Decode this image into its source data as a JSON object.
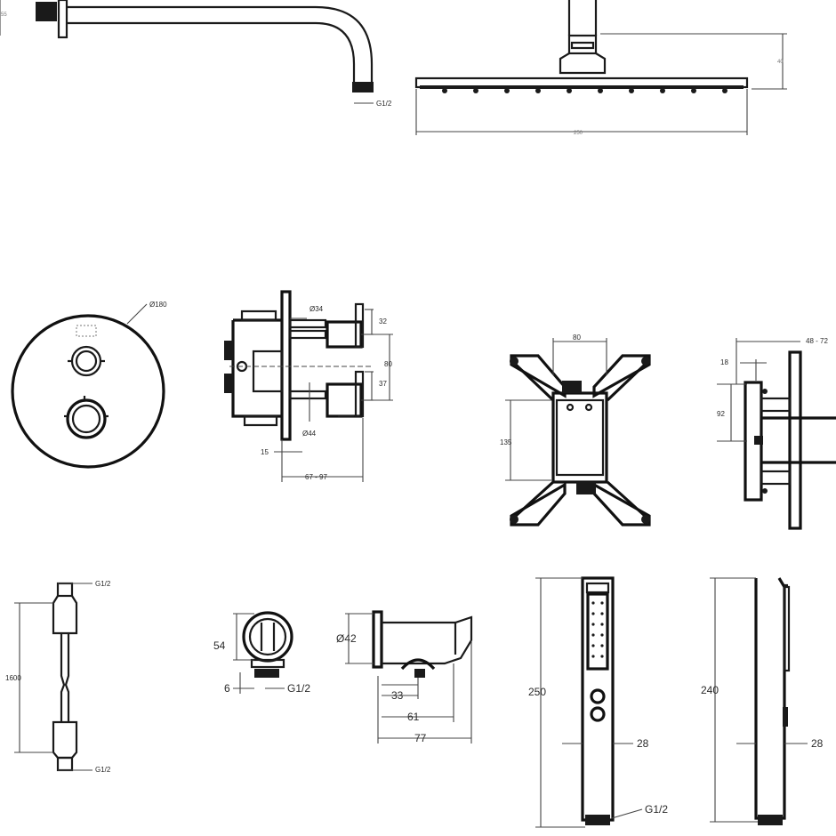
{
  "labels": {
    "arm_thread": "G1/2",
    "arm_partial_dim": "55",
    "head_height": "40",
    "head_width": "250",
    "plate_diameter": "Ø180",
    "valve_d34": "Ø34",
    "valve_32": "32",
    "valve_80": "80",
    "valve_37": "37",
    "valve_d44": "Ø44",
    "valve_15": "15",
    "valve_depth": "67 - 97",
    "bracket_80": "80",
    "bracket_135": "135",
    "side_48_72": "48 - 72",
    "side_18": "18",
    "side_92": "92",
    "hose_top_thread": "G1/2",
    "hose_length": "1600",
    "hose_bottom_thread": "G1/2",
    "elbow_54": "54",
    "elbow_6": "6",
    "elbow_thread": "G1/2",
    "holder_d42": "Ø42",
    "holder_33": "33",
    "holder_61": "61",
    "holder_77": "77",
    "hand_front_250": "250",
    "hand_front_28": "28",
    "hand_thread": "G1/2",
    "hand_side_240": "240",
    "hand_side_28": "28"
  }
}
